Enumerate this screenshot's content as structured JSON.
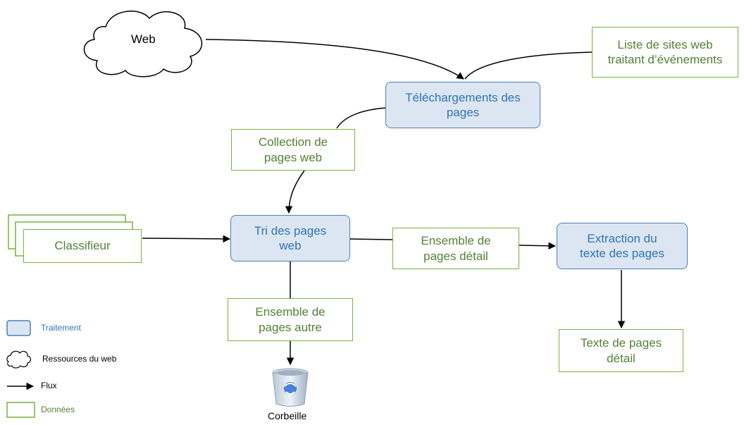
{
  "colors": {
    "process_fill": "#dce6f2",
    "process_border": "#4a7ebb",
    "process_text": "#2e75b6",
    "data_border": "#77b341",
    "data_text": "#538135",
    "arrow": "#000000"
  },
  "nodes": {
    "web": "Web",
    "sites_list": "Liste de sites web\ntraitant d’événements",
    "download": "Téléchargements des\npages",
    "collection": "Collection de\npages web",
    "classifier": "Classifieur",
    "sort": "Tri des pages\nweb",
    "detail_set": "Ensemble de\npages détail",
    "extraction": "Extraction du\ntexte des pages",
    "other_set": "Ensemble de\npages autre",
    "detail_text": "Texte de pages\ndétail",
    "trash": "Corbeille"
  },
  "legend": {
    "process": "Traitement",
    "web_resources": "Ressources du web",
    "flow": "Flux",
    "data": "Données"
  }
}
